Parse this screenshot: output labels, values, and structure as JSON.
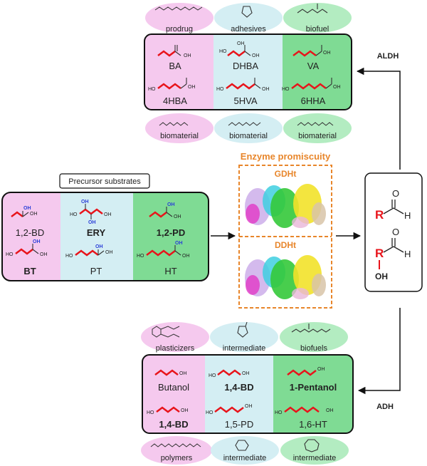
{
  "title": "Enzyme promiscuity",
  "enzymes": [
    "GDHt",
    "DDHt"
  ],
  "precursor_header": "Precursor substrates",
  "precursors": [
    "1,2-BD",
    "ERY",
    "1,2-PD",
    "BT",
    "PT",
    "HT"
  ],
  "acids": [
    "BA",
    "DHBA",
    "VA",
    "4HBA",
    "5HVA",
    "6HHA"
  ],
  "acid_apps": [
    "prodrug",
    "adhesives",
    "biofuel"
  ],
  "acid_bottom_apps": [
    "biomaterial",
    "biomaterial",
    "biomaterial"
  ],
  "alcohols": [
    "Butanol",
    "1,4-BD",
    "1-Pentanol",
    "1,4-BD",
    "1,5-PD",
    "1,6-HT"
  ],
  "alcohol_apps": [
    "plasticizers",
    "intermediate",
    "biofuels"
  ],
  "alcohol_bottom_apps": [
    "polymers",
    "intermediate",
    "intermediate"
  ],
  "aldh": "ALDH",
  "adh": "ADH",
  "aldehyde_atoms": {
    "r": "R",
    "o": "O",
    "h": "H",
    "oh": "OH"
  },
  "colors": {
    "pink": "#f5c9ee",
    "blue": "#d4eef3",
    "green": "#7fdb94",
    "orange": "#e8862b",
    "red": "#e8141b",
    "blue_oh": "#2b3fd8"
  }
}
